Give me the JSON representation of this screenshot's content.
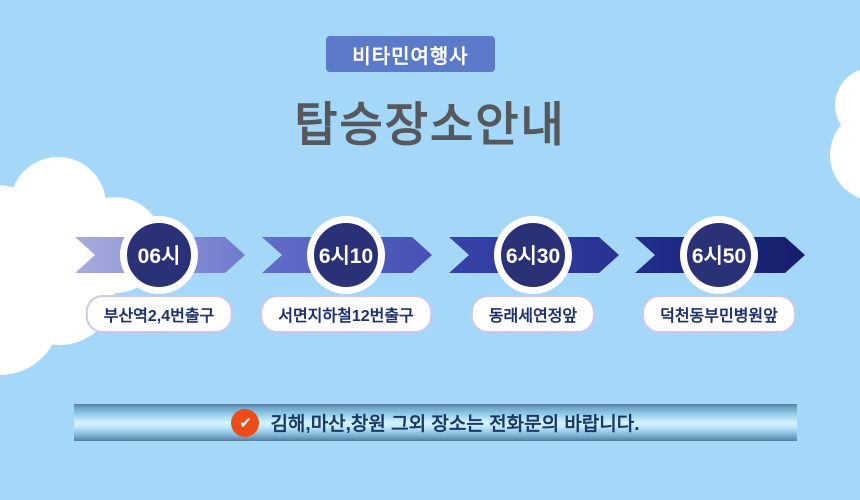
{
  "poster": {
    "background_color": "#a5d8f8",
    "badge": {
      "label": "비타민여행사",
      "color": "#5b7ac9"
    },
    "title": {
      "text": "탑승장소안내",
      "color": "#55595e"
    }
  },
  "timeline": {
    "circle_color": "#2a3177",
    "pill_border_color": "#cdc8eb",
    "pill_text_color": "#1d2f6e",
    "stops": [
      {
        "time": "06시",
        "location": "부산역2,4번출구",
        "arrow_color_start": "#a8addd",
        "arrow_color_end": "#7079cd"
      },
      {
        "time": "6시10",
        "location": "서면지하철12번출구",
        "arrow_color_start": "#636dc8",
        "arrow_color_end": "#4650b4"
      },
      {
        "time": "6시30",
        "location": "동래세연정앞",
        "arrow_color_start": "#3843a8",
        "arrow_color_end": "#273190"
      },
      {
        "time": "6시50",
        "location": "덕천동부민병원앞",
        "arrow_color_start": "#232d8c",
        "arrow_color_end": "#171f6b"
      }
    ]
  },
  "notice": {
    "check_icon": {
      "glyph": "✔",
      "color": "#ee4b1a"
    },
    "text": "김해,마산,창원 그외 장소는 전화문의 바랍니다.",
    "text_color": "#1a3a61"
  }
}
